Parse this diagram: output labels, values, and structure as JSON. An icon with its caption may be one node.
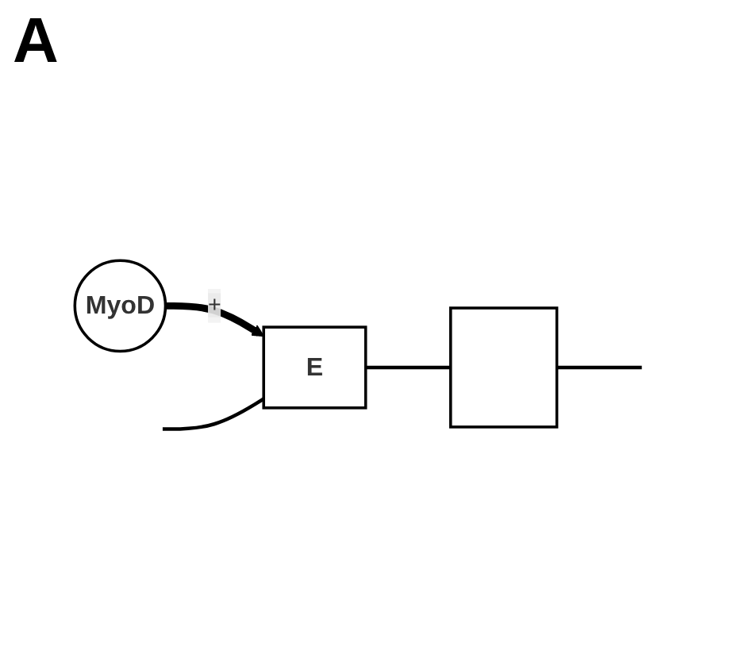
{
  "diagram": {
    "nodes": [
      {
        "text": [
          "MyoD"
        ]
      },
      {
        "text": [
          "E"
        ]
      },
      {
        "text": [],
        "shape": "box"
      }
    ],
    "edges": [
      {
        "from": 0,
        "to": 1,
        "arrow": "to",
        "label": "+",
        "style": "thick"
      },
      {
        "from": null,
        "to": 1,
        "arrow": "none"
      },
      {
        "from": 1,
        "to": 2,
        "arrow": "none"
      },
      {
        "from": 2,
        "to": null,
        "arrow": "none"
      }
    ],
    "labels": [
      "A"
    ]
  }
}
